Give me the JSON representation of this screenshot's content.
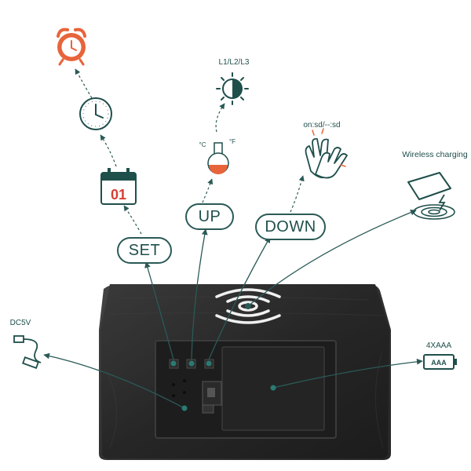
{
  "labels": {
    "set": "SET",
    "up": "UP",
    "down": "DOWN",
    "brightness": "L1/L2/L3",
    "sound": "on:sd/--:sd",
    "wireless": "Wireless charging",
    "power": "DC5V",
    "battery": "4XAAA",
    "battery_icon_text": "AAA",
    "calendar_day": "01",
    "celsius": "°C",
    "fahrenheit": "°F"
  },
  "icons": [
    "alarm-clock-icon",
    "clock-icon",
    "calendar-icon",
    "brightness-icon",
    "thermometer-flask-icon",
    "clap-hands-icon",
    "phone-wireless-charging-icon",
    "usb-cable-icon",
    "battery-icon",
    "wireless-charging-symbol-icon"
  ],
  "colors": {
    "accent": "#1f5a55",
    "alarm_orange": "#e8643a",
    "calendar_red": "#d64032",
    "device_wood": "#2b2b2b"
  }
}
